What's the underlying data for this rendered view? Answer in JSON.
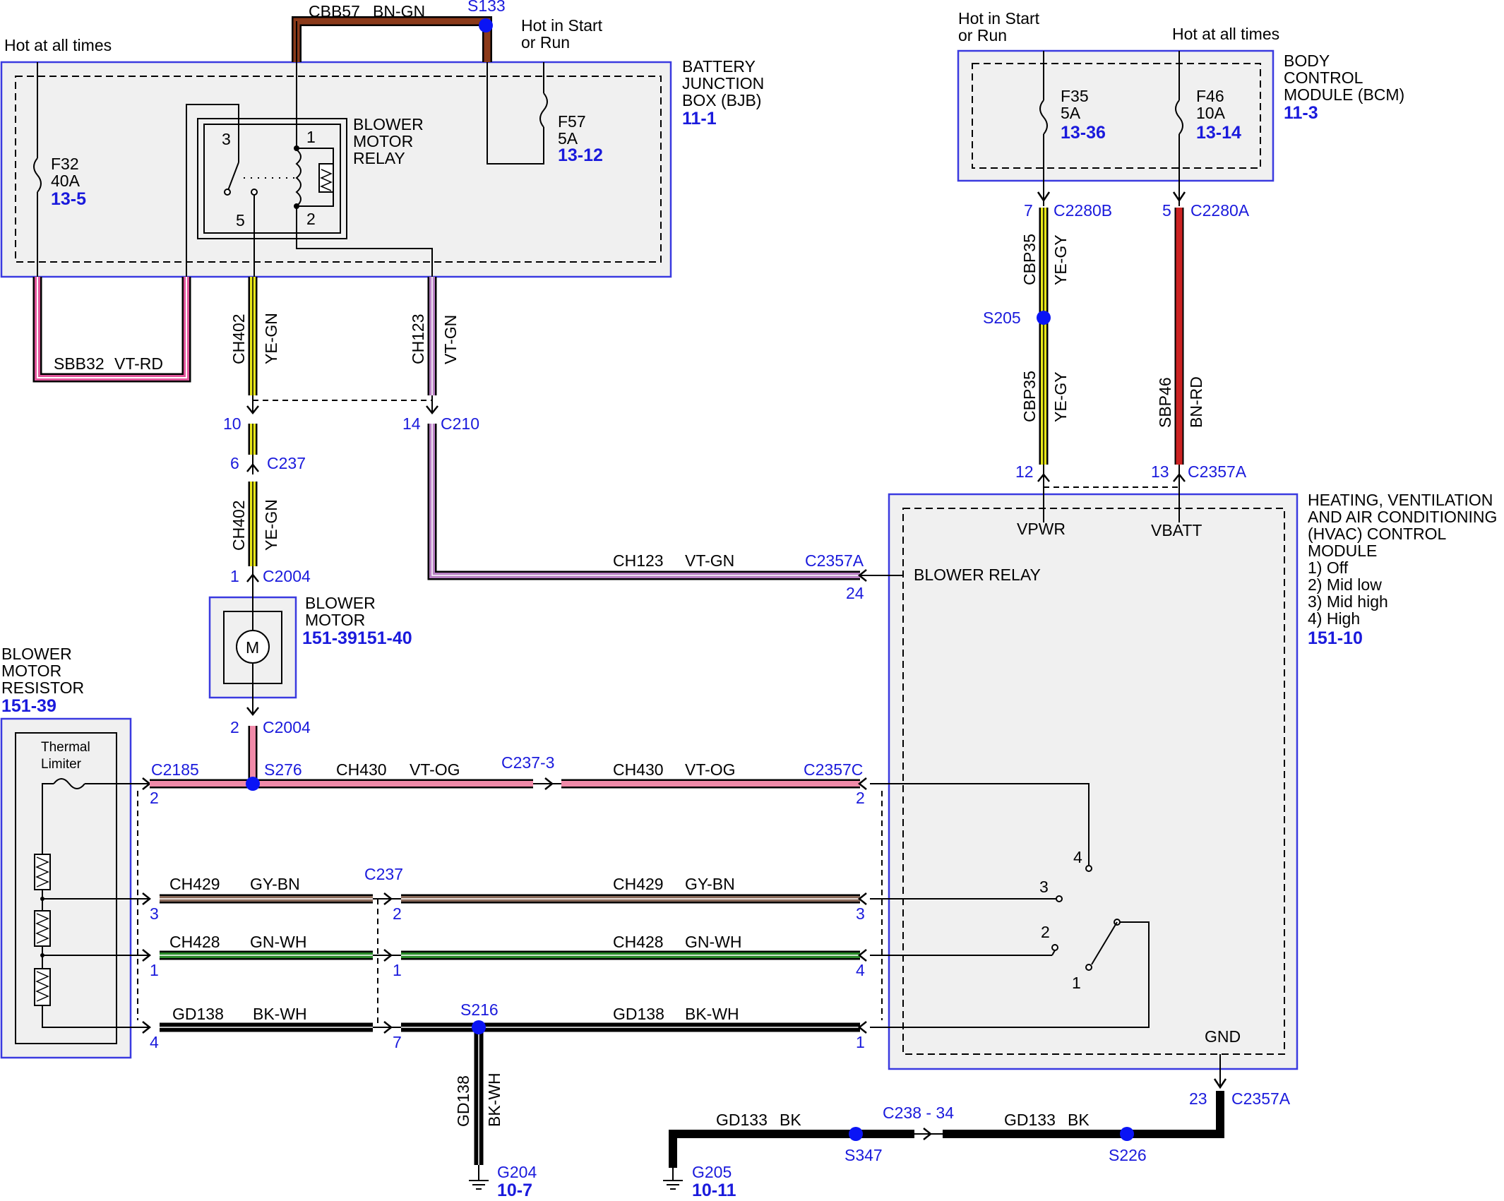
{
  "colors": {
    "module_border": "#3a3ae0",
    "module_fill": "#f0f0f0",
    "ref_blue": "#1a1adc",
    "splice_blue": "#0a14f5",
    "wire_bn_gn": "#8b3a1a",
    "wire_vt_rd": "#e0559a",
    "wire_ye": "#e6e619",
    "wire_vt_gn": "#b77fc2",
    "wire_vt_og": "#f08aa8",
    "wire_gy_bn": "#8a6a5a",
    "wire_gn_wh": "#2a8a2a",
    "wire_bn_rd": "#cc2222",
    "wire_bk": "#000000"
  },
  "top_texts": {
    "hot_at_all_times_left": "Hot at all times",
    "hot_in_start_1": "Hot in Start",
    "hot_in_start_2": "or Run",
    "hot_in_start_bcm_1": "Hot in Start",
    "hot_in_start_bcm_2": "or Run",
    "hot_at_all_times_bcm": "Hot at all times"
  },
  "bjb": {
    "title_lines": [
      "BATTERY",
      "JUNCTION",
      "BOX (BJB)"
    ],
    "ref": "11-1",
    "f32": {
      "name": "F32",
      "rating": "40A",
      "ref": "13-5"
    },
    "f57": {
      "name": "F57",
      "rating": "5A",
      "ref": "13-12"
    },
    "relay_title": [
      "BLOWER",
      "MOTOR",
      "RELAY"
    ],
    "relay_pins": {
      "p1": "1",
      "p2": "2",
      "p3": "3",
      "p5": "5"
    }
  },
  "bcm": {
    "title_lines": [
      "BODY",
      "CONTROL",
      "MODULE (BCM)"
    ],
    "ref": "11-3",
    "f35": {
      "name": "F35",
      "rating": "5A",
      "ref": "13-36"
    },
    "f46": {
      "name": "F46",
      "rating": "10A",
      "ref": "13-14"
    }
  },
  "hvac": {
    "title_lines": [
      "HEATING, VENTILATION",
      "AND AIR CONDITIONING",
      "(HVAC) CONTROL",
      "MODULE"
    ],
    "modes": [
      "1) Off",
      "2) Mid low",
      "3) Mid high",
      "4) High"
    ],
    "ref": "151-10",
    "vpwr": "VPWR",
    "vbatt": "VBATT",
    "blower_relay": "BLOWER RELAY",
    "gnd": "GND",
    "switch_pins": [
      "1",
      "2",
      "3",
      "4"
    ]
  },
  "blower_motor": {
    "title_lines": [
      "BLOWER",
      "MOTOR"
    ],
    "ref": "151-39151-40",
    "symbol": "M"
  },
  "resistor": {
    "title_lines": [
      "BLOWER",
      "MOTOR",
      "RESISTOR"
    ],
    "ref": "151-39",
    "thermal_lines": [
      "Thermal",
      "Limiter"
    ]
  },
  "wires": {
    "cbb57": {
      "circuit": "CBB57",
      "color": "BN-GN"
    },
    "sbb32": {
      "circuit": "SBB32",
      "color": "VT-RD"
    },
    "ch402_a": {
      "circuit": "CH402",
      "color": "YE-GN"
    },
    "ch402_b": {
      "circuit": "CH402",
      "color": "YE-GN"
    },
    "ch123_a": {
      "circuit": "CH123",
      "color": "VT-GN"
    },
    "ch123_b": {
      "circuit": "CH123",
      "color": "VT-GN"
    },
    "cbp35_a": {
      "circuit": "CBP35",
      "color": "YE-GY"
    },
    "cbp35_b": {
      "circuit": "CBP35",
      "color": "YE-GY"
    },
    "sbp46": {
      "circuit": "SBP46",
      "color": "BN-RD"
    },
    "ch430_a": {
      "circuit": "CH430",
      "color": "VT-OG"
    },
    "ch430_b": {
      "circuit": "CH430",
      "color": "VT-OG"
    },
    "ch429_a": {
      "circuit": "CH429",
      "color": "GY-BN"
    },
    "ch429_b": {
      "circuit": "CH429",
      "color": "GY-BN"
    },
    "ch428_a": {
      "circuit": "CH428",
      "color": "GN-WH"
    },
    "ch428_b": {
      "circuit": "CH428",
      "color": "GN-WH"
    },
    "gd138_a": {
      "circuit": "GD138",
      "color": "BK-WH"
    },
    "gd138_b": {
      "circuit": "GD138",
      "color": "BK-WH"
    },
    "gd138_v": {
      "circuit": "GD138",
      "color": "BK-WH"
    },
    "gd133_a": {
      "circuit": "GD133",
      "color": "BK"
    },
    "gd133_b": {
      "circuit": "GD133",
      "color": "BK"
    }
  },
  "splices": {
    "s133": "S133",
    "s205": "S205",
    "s276": "S276",
    "s216": "S216",
    "s347": "S347",
    "s226": "S226"
  },
  "connectors": {
    "c2280b": {
      "name": "C2280B",
      "pin": "7"
    },
    "c2280a": {
      "name": "C2280A",
      "pin": "5"
    },
    "c2357a_12": {
      "name": "",
      "pin": "12"
    },
    "c2357a_13": {
      "name": "C2357A",
      "pin": "13"
    },
    "c210": {
      "name": "C210",
      "pin_10": "10",
      "pin_14": "14"
    },
    "c237_6": {
      "name": "C237",
      "pin": "6"
    },
    "c2004_1": {
      "name": "C2004",
      "pin": "1"
    },
    "c2004_2": {
      "name": "C2004",
      "pin": "2"
    },
    "c2357a_24": {
      "name": "C2357A",
      "pin": "24"
    },
    "c2185": {
      "name": "C2185",
      "pins": [
        "2",
        "3",
        "1",
        "4"
      ]
    },
    "c237_mid": {
      "name": "C237-3",
      "c237_name": "C237",
      "pins": [
        "2",
        "1",
        "7"
      ]
    },
    "c2357c": {
      "name": "C2357C",
      "pins": [
        "2",
        "3",
        "4",
        "1"
      ]
    },
    "c2357a_23": {
      "name": "C2357A",
      "pin": "23"
    },
    "c238": {
      "name": "C238 - 34"
    }
  },
  "grounds": {
    "g204": {
      "name": "G204",
      "ref": "10-7"
    },
    "g205": {
      "name": "G205",
      "ref": "10-11"
    }
  }
}
